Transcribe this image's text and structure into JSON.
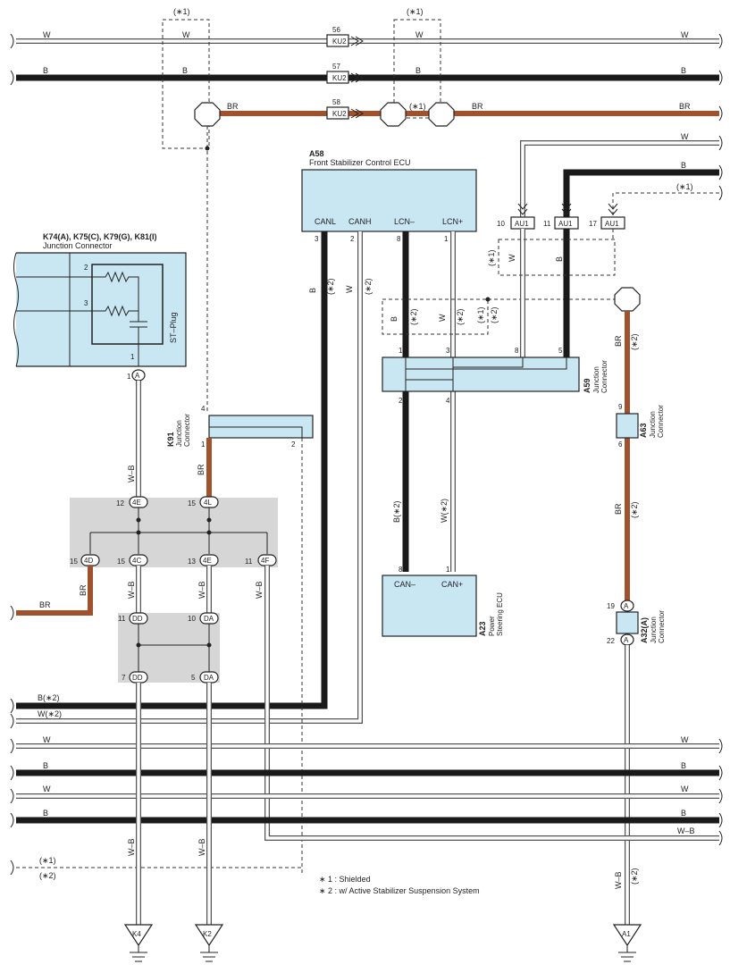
{
  "wires_top": {
    "w": "W",
    "b": "B",
    "br": "BR",
    "shield": "(∗1)"
  },
  "ku2": [
    {
      "pin": "56",
      "code": "KU2"
    },
    {
      "pin": "57",
      "code": "KU2"
    },
    {
      "pin": "58",
      "code": "KU2"
    }
  ],
  "a58": {
    "id": "A58",
    "name": "Front Stabilizer Control ECU",
    "pins": [
      {
        "n": "3",
        "label": "CANL"
      },
      {
        "n": "2",
        "label": "CANH"
      },
      {
        "n": "8",
        "label": "LCN–"
      },
      {
        "n": "1",
        "label": "LCN+"
      }
    ]
  },
  "au1": [
    {
      "pin": "10",
      "code": "AU1"
    },
    {
      "pin": "11",
      "code": "AU1"
    },
    {
      "pin": "17",
      "code": "AU1"
    }
  ],
  "k74": {
    "id": "K74(A), K75(C), K79(G), K81(I)",
    "name": "Junction Connector",
    "plug": "ST–Plug",
    "pins": [
      "2",
      "3",
      "1"
    ],
    "conn": "A"
  },
  "k91": {
    "id": "K91",
    "name": "Junction\nConnector",
    "pins": [
      "4",
      "1",
      "2"
    ]
  },
  "a59": {
    "id": "A59",
    "name": "Junction\nConnector",
    "pins": [
      "1",
      "3",
      "8",
      "5",
      "2",
      "4"
    ]
  },
  "a63": {
    "id": "A63",
    "name": "Junction\nConnector",
    "pins": [
      "9",
      "6"
    ]
  },
  "a23": {
    "id": "A23",
    "name": "Power\nSteering ECU",
    "pins": [
      {
        "n": "8",
        "label": "CAN–"
      },
      {
        "n": "1",
        "label": "CAN+"
      }
    ]
  },
  "a32": {
    "id": "A32(A)",
    "name": "Junction\nConnector",
    "pins": [
      "19",
      "22"
    ],
    "conn": "A"
  },
  "jb1": {
    "top": [
      {
        "n": "12",
        "c": "4E"
      },
      {
        "n": "15",
        "c": "4L"
      }
    ],
    "bottom": [
      {
        "n": "15",
        "c": "4D"
      },
      {
        "n": "15",
        "c": "4C"
      },
      {
        "n": "13",
        "c": "4E"
      },
      {
        "n": "11",
        "c": "4F"
      }
    ]
  },
  "jb2": {
    "top": [
      {
        "n": "11",
        "c": "DD"
      },
      {
        "n": "10",
        "c": "DA"
      }
    ],
    "bottom": [
      {
        "n": "7",
        "c": "DD"
      },
      {
        "n": "5",
        "c": "DA"
      }
    ]
  },
  "wire_labels": {
    "wb": "W–B",
    "br": "BR",
    "b": "B",
    "w": "W",
    "b2": "B(∗2)",
    "w2": "W(∗2)",
    "s1": "(∗1)",
    "s2": "(∗2)"
  },
  "grounds": [
    "K4",
    "K2",
    "A1"
  ],
  "notes": [
    "∗ 1 : Shielded",
    "∗ 2 : w/ Active Stabilizer Suspension System"
  ]
}
